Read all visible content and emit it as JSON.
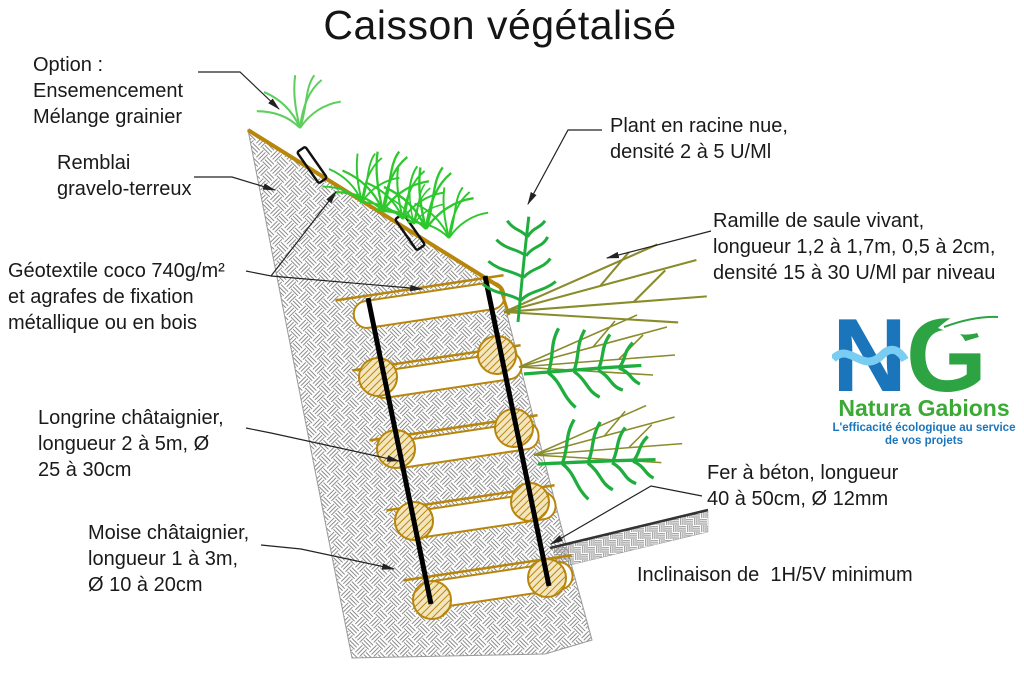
{
  "title": "Caisson végétalisé",
  "annotations": {
    "option": [
      "Option :",
      "Ensemencement",
      "Mélange grainier"
    ],
    "remblai": [
      "Remblai",
      "gravelo-terreux"
    ],
    "geotextile": [
      "Géotextile coco 740g/m²",
      "et agrafes de fixation",
      "métallique ou en bois"
    ],
    "plant": [
      "Plant en racine nue,",
      "densité 2 à 5 U/Ml"
    ],
    "ramille": [
      "Ramille de saule vivant,",
      "longueur 1,2 à 1,7m, 0,5 à 2cm,",
      "densité 15 à 30 U/Ml par niveau"
    ],
    "longrine": [
      "Longrine châtaignier,",
      "longueur 2 à 5m, Ø",
      "25 à 30cm"
    ],
    "moise": [
      "Moise châtaignier,",
      "longueur 1 à 3m,",
      "Ø 10 à 20cm"
    ],
    "fer": [
      "Fer à béton, longueur",
      "40 à 50cm, Ø 12mm"
    ],
    "inclinaison": "Inclinaison de  1H/5V minimum"
  },
  "logo": {
    "letter_n": "N",
    "letter_g": "G",
    "name": "Natura Gabions",
    "tagline_line1": "L'efficacité écologique au service",
    "tagline_line2": "de vos projets"
  },
  "colors": {
    "geotextile_tan": "#b8860b",
    "wood_fill": "#f3e6bf",
    "earth_hatch_gray": "#8a8a8a",
    "branch_olive": "#8a8b2a",
    "plant_green": "#1fae3e",
    "grass_green": "#3ecb3e",
    "rod_black": "#000000",
    "leader_dark": "#222222",
    "logo_blue": "#1b75bb",
    "logo_light_blue": "#79cdf2",
    "logo_green": "#2da343",
    "logo_text_green": "#3aaa35"
  }
}
